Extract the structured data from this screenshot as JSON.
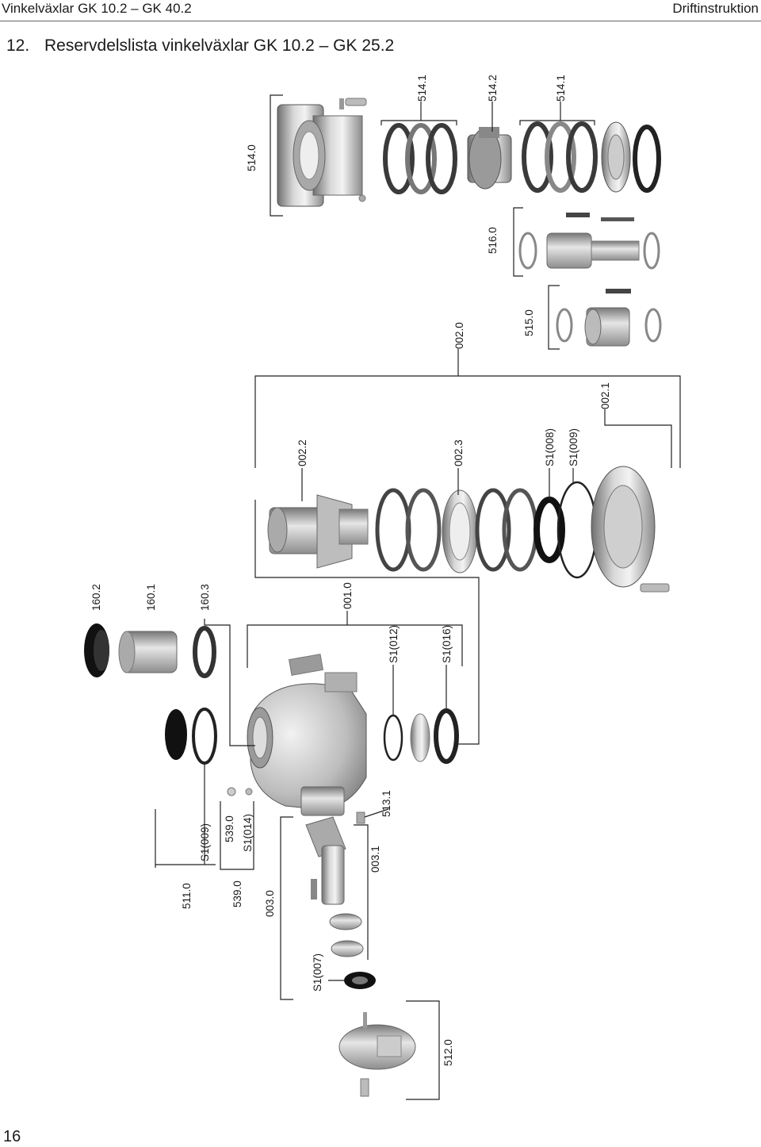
{
  "header": {
    "left": "Vinkelväxlar GK 10.2 – GK 40.2",
    "right": "Driftinstruktion"
  },
  "section": {
    "number": "12.",
    "title": "Reservdelslista vinkelväxlar GK 10.2 – GK 25.2"
  },
  "page_number": "16",
  "labels": {
    "l514_0": "514.0",
    "l514_1a": "514.1",
    "l514_2": "514.2",
    "l514_1b": "514.1",
    "l516_0": "516.0",
    "l002_0": "002.0",
    "l515_0": "515.0",
    "l002_1": "002.1",
    "l002_2": "002.2",
    "l002_3": "002.3",
    "lS1_008": "S1(008)",
    "lS1_009a": "S1(009)",
    "l160_2": "160.2",
    "l160_1": "160.1",
    "l160_3": "160.3",
    "l001_0": "001.0",
    "lS1_012": "S1(012)",
    "lS1_016": "S1(016)",
    "l511_0": "511.0",
    "lS1_009b": "S1(009)",
    "l539_0a": "539.0",
    "lS1_014": "S1(014)",
    "l539_0b": "539.0",
    "l003_0": "003.0",
    "l003_1": "003.1",
    "l513_1": "513.1",
    "lS1_007": "S1(007)",
    "l512_0": "512.0"
  }
}
